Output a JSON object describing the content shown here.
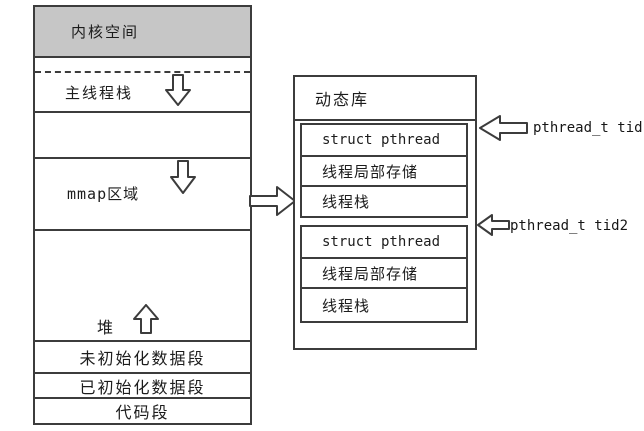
{
  "diagram": {
    "left_column": {
      "kernel_space": "内核空间",
      "main_thread_stack": "主线程栈",
      "mmap_area": "mmap区域",
      "heap": "堆",
      "uninitialized_data_segment": "未初始化数据段",
      "initialized_data_segment": "已初始化数据段",
      "code_segment": "代码段"
    },
    "right_box": {
      "title": "动态库",
      "thread_blocks": [
        {
          "rows": [
            "struct pthread",
            "线程局部存储",
            "线程栈"
          ]
        },
        {
          "rows": [
            "struct pthread",
            "线程局部存储",
            "线程栈"
          ]
        }
      ]
    },
    "annotations": {
      "tid1_label": "pthread_t tid",
      "tid2_label": "pthread_t tid2"
    },
    "colors": {
      "kernel_header_fill": "#c6c6c6",
      "line": "#3c3c3c",
      "background": "#ffffff"
    }
  }
}
